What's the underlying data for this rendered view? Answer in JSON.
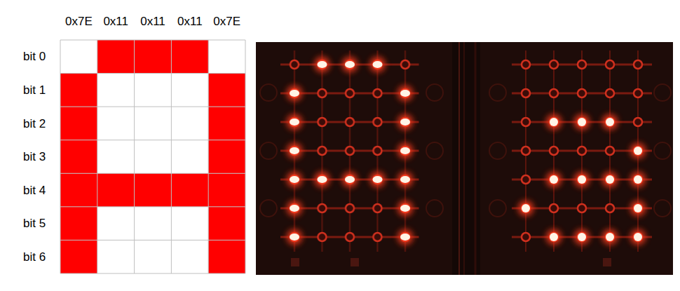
{
  "diagram": {
    "labels": [
      "0x7E",
      "0x11",
      "0x11",
      "0x11",
      "0x7E",
      "bit 0",
      "bit 1",
      "bit 2",
      "bit 3",
      "bit 4",
      "bit 5",
      "bit 6"
    ]
  }
}
